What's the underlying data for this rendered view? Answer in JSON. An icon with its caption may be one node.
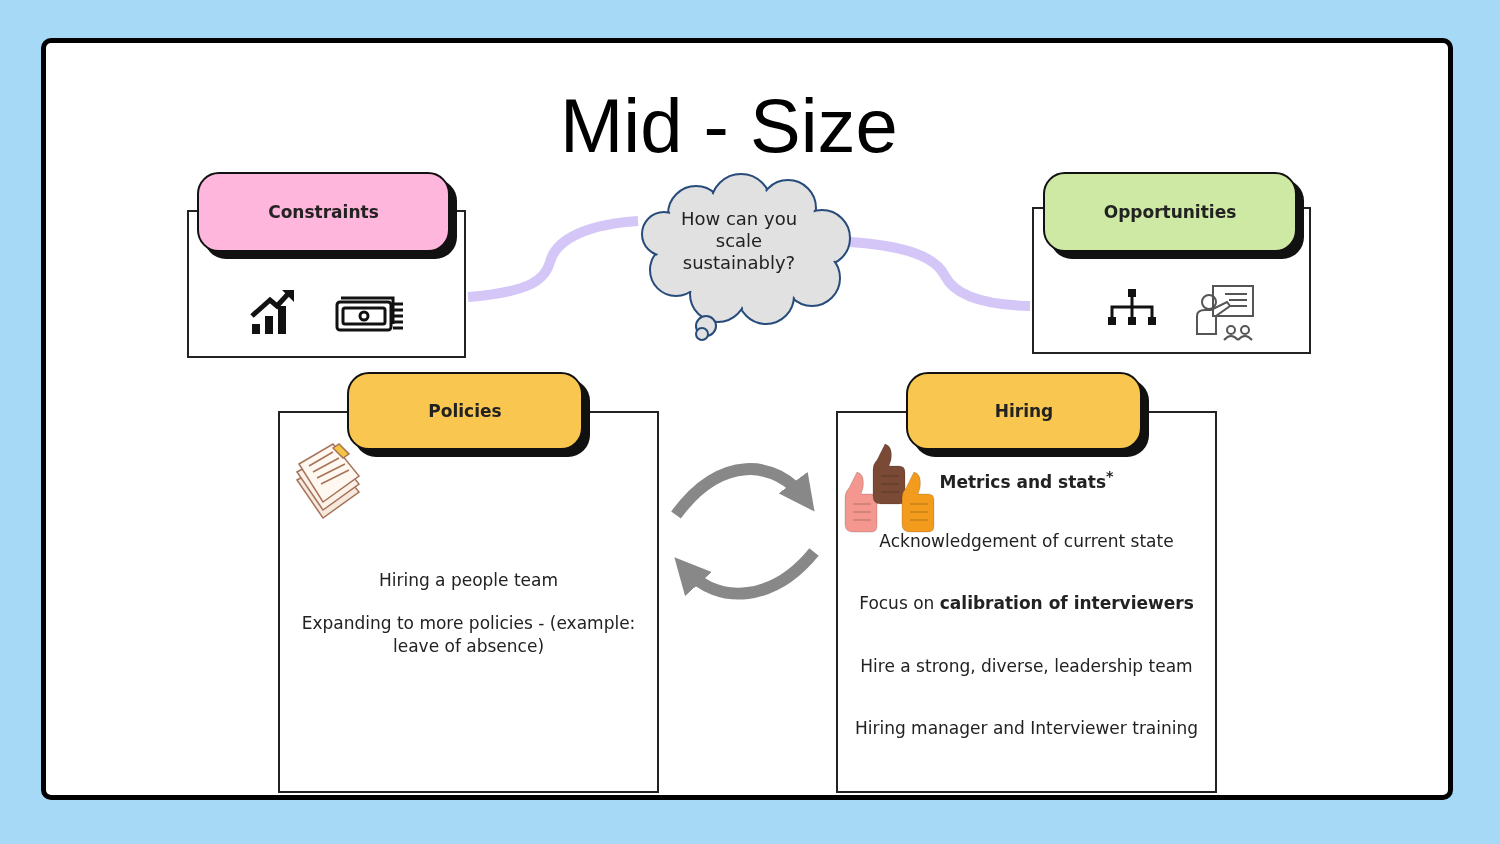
{
  "diagram": {
    "title": "Mid - Size",
    "nodes": [
      {
        "text": [
          "Constraints"
        ]
      },
      {
        "text": [
          "How can you scale sustainably?"
        ]
      },
      {
        "text": [
          "Opportunities"
        ]
      },
      {
        "text": [
          "Policies",
          "Hiring a people team",
          "Expanding to more policies - (example: leave of absence)"
        ]
      },
      {
        "text": [
          "Hiring",
          "Metrics and stats$^{*}$",
          "Acknowledgement of current state",
          "Focus on **calibration of interviewers**",
          "Hire a strong, diverse, leadership team",
          "Hiring manager and Interviewer training"
        ]
      }
    ],
    "edges": [
      {
        "from": 0,
        "to": 1,
        "arrow": "none",
        "color": "#d4c6f7"
      },
      {
        "from": 1,
        "to": 2,
        "arrow": "none",
        "color": "#d4c6f7"
      },
      {
        "from": 3,
        "to": 4,
        "arrow": "to",
        "color": "#888888"
      },
      {
        "from": 4,
        "to": 3,
        "arrow": "to",
        "color": "#888888"
      }
    ]
  }
}
